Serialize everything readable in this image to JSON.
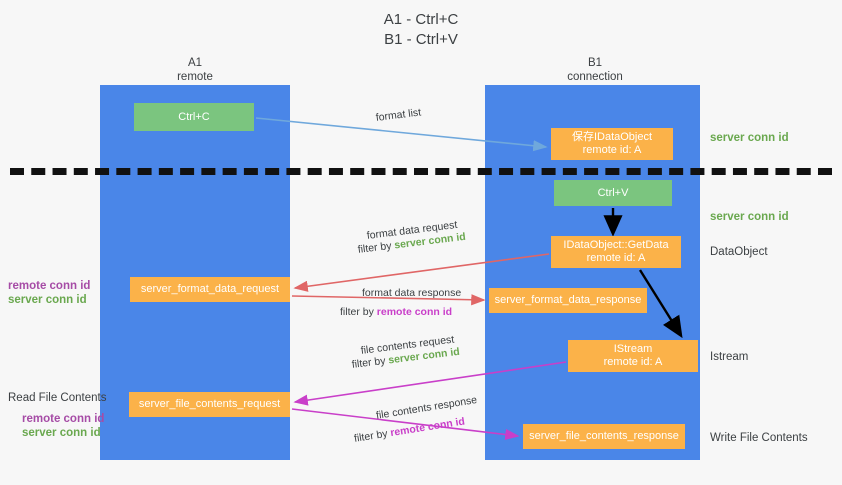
{
  "title": {
    "line1": "A1 - Ctrl+C",
    "line2": "B1 - Ctrl+V"
  },
  "columns": [
    {
      "id": "a1",
      "name": "A1",
      "role": "remote"
    },
    {
      "id": "b1",
      "name": "B1",
      "role": "connection"
    }
  ],
  "boxes": {
    "ctrl_c": {
      "label": "Ctrl+C",
      "color": "#7bc57f"
    },
    "save_dataobject": {
      "label": "保存IDataObject",
      "sub": "remote id: A",
      "color": "#fbb249"
    },
    "ctrl_v": {
      "label": "Ctrl+V",
      "color": "#7bc57f"
    },
    "getdata": {
      "label": "IDataObject::GetData",
      "sub": "remote id: A",
      "color": "#fbb249"
    },
    "istream": {
      "label": "IStream",
      "sub": "remote id: A",
      "color": "#fbb249"
    },
    "format_data_request": {
      "label": "server_format_data_request",
      "color": "#fbb249"
    },
    "format_data_response": {
      "label": "server_format_data_response",
      "color": "#fbb249"
    },
    "file_contents_request": {
      "label": "server_file_contents_request",
      "color": "#fbb249"
    },
    "file_contents_response": {
      "label": "server_file_contents_response",
      "color": "#fbb249"
    }
  },
  "flows": [
    {
      "id": "format_list",
      "label": "format list"
    },
    {
      "id": "format_data_request",
      "label": "format data request",
      "filter_prefix": "filter by ",
      "filter_value": "server conn id",
      "filter_color": "#6aa84f"
    },
    {
      "id": "format_data_response",
      "label": "format data response",
      "filter_prefix": "filter by ",
      "filter_value": "remote conn id",
      "filter_color": "#c93fc9"
    },
    {
      "id": "file_contents_request",
      "label": "file contents request",
      "filter_prefix": "filter by ",
      "filter_value": "server conn id",
      "filter_color": "#6aa84f"
    },
    {
      "id": "file_contents_response",
      "label": "file contents response",
      "filter_prefix": "filter by ",
      "filter_value": "remote conn id",
      "filter_color": "#c93fc9"
    }
  ],
  "side_labels": {
    "server_conn_id_top": "server conn id",
    "server_conn_id_mid": "server conn id",
    "dataobject": "DataObject",
    "istream": "Istream",
    "write_file_contents": "Write File Contents"
  },
  "left_labels": {
    "remote_conn_id": "remote conn id",
    "server_conn_id": "server conn id",
    "read_file_contents": "Read File Contents",
    "remote_conn_id_2": "remote conn id",
    "server_conn_id_2": "server conn id"
  },
  "colors": {
    "lane": "#4a86e8",
    "green_box": "#7bc57f",
    "orange_box": "#fbb249",
    "green_text": "#6aa84f",
    "purple_text": "#c93fc9",
    "arrow_blue": "#6fa8dc",
    "arrow_red": "#e06666",
    "arrow_magenta": "#c93fc9",
    "arrow_black": "#000000",
    "divider": "#111111",
    "background": "#f7f7f7"
  }
}
